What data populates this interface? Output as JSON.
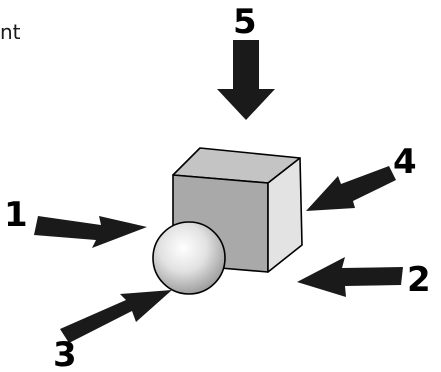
{
  "corner_text": "nt",
  "arrows": [
    {
      "label": "1",
      "target": "sphere"
    },
    {
      "label": "2",
      "target": "cube"
    },
    {
      "label": "3",
      "target": "sphere"
    },
    {
      "label": "4",
      "target": "cube"
    },
    {
      "label": "5",
      "target": "cube"
    }
  ],
  "colors": {
    "arrow_fill": "#1a1a1a",
    "cube_front": "#a9a9a9",
    "cube_top": "#c4c4c4",
    "cube_right": "#e3e3e3",
    "outline": "#000000"
  }
}
